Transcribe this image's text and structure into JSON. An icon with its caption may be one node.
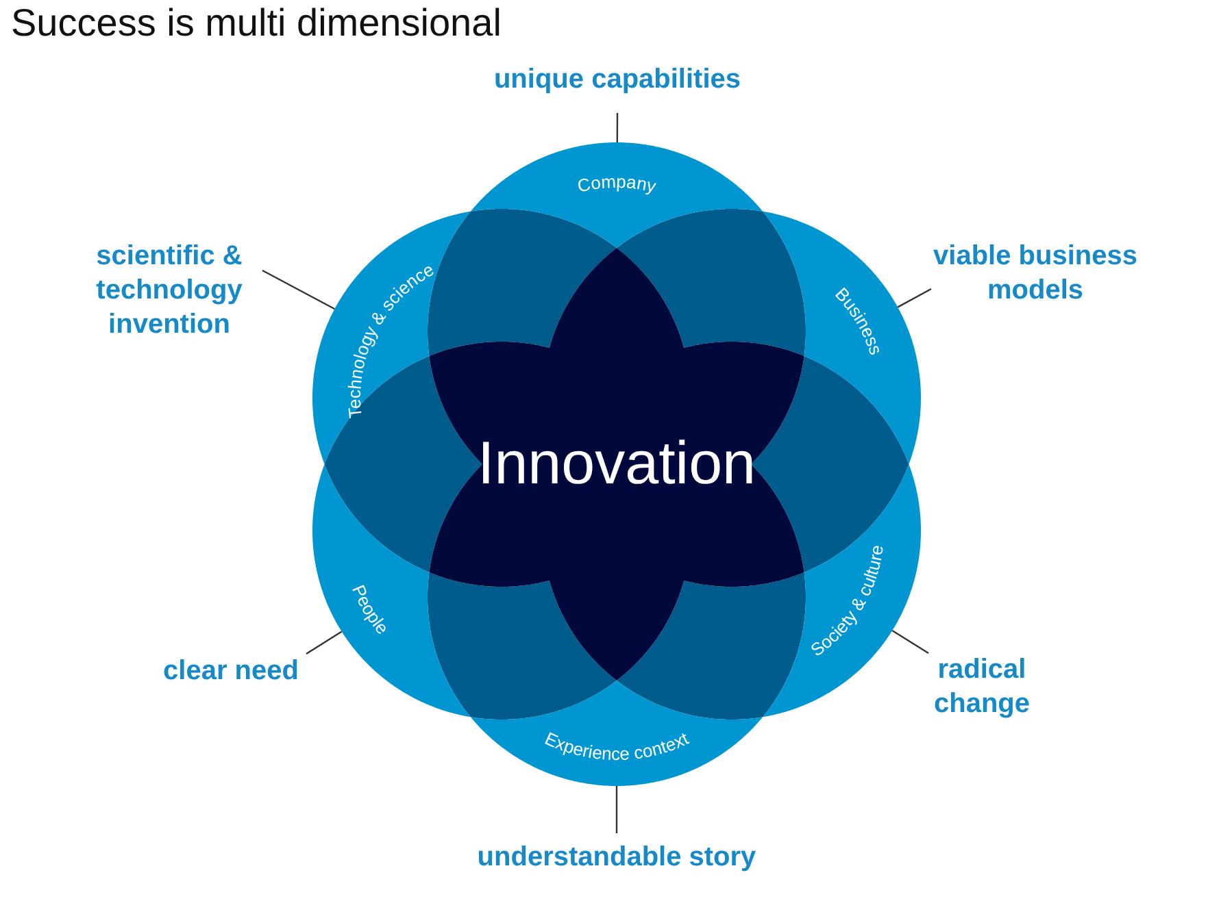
{
  "diagram": {
    "title": "Success is multi dimensional",
    "nodes": [
      {
        "text": [
          "unique capabilities"
        ]
      },
      {
        "text": [
          "Company"
        ]
      },
      {
        "text": [
          "scientific & technology invention"
        ]
      },
      {
        "text": [
          "viable business models"
        ]
      },
      {
        "text": [
          "Technology & science"
        ]
      },
      {
        "text": [
          "Business"
        ]
      },
      {
        "text": [
          "Innovation"
        ]
      },
      {
        "text": [
          "People"
        ]
      },
      {
        "text": [
          "Society & culture"
        ]
      },
      {
        "text": [
          "clear need"
        ]
      },
      {
        "text": [
          "radical change"
        ]
      },
      {
        "text": [
          "Experience context"
        ]
      },
      {
        "text": [
          "understandable story"
        ]
      }
    ],
    "edges": [
      {
        "from": 0,
        "to": 1,
        "arrow": "none"
      },
      {
        "from": 2,
        "to": 4,
        "arrow": "none"
      },
      {
        "from": 3,
        "to": 5,
        "arrow": "none"
      },
      {
        "from": 9,
        "to": 7,
        "arrow": "none"
      },
      {
        "from": 10,
        "to": 8,
        "arrow": "none"
      },
      {
        "from": 12,
        "to": 11,
        "arrow": "none"
      }
    ]
  }
}
